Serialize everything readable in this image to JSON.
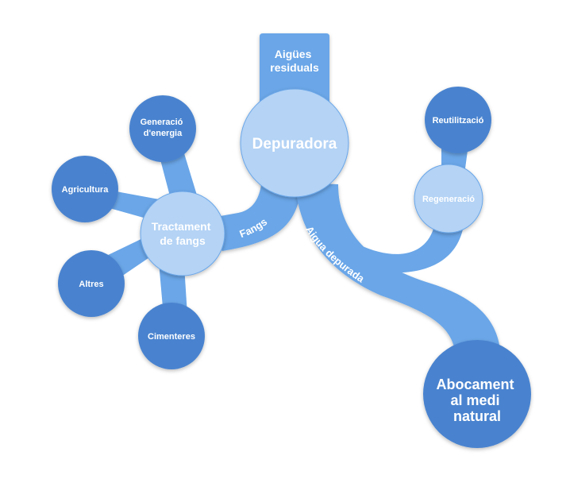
{
  "colors": {
    "dark": "#4a83cf",
    "mid": "#6aa6e8",
    "light": "#b4d3f5",
    "text": "#ffffff"
  },
  "nodes": {
    "input": "Aigües residuals",
    "depuradora": "Depuradora",
    "tractament": "Tractament de fangs",
    "generacio": "Generació d'energia",
    "agricultura": "Agricultura",
    "altres": "Altres",
    "cimenteres": "Cimenteres",
    "regeneracio": "Regeneració",
    "reutilitzacio": "Reutilització",
    "abocament": "Abocament al medi natural"
  },
  "flows": {
    "fangs": "Fangs",
    "aigua": "Aigua depurada"
  }
}
